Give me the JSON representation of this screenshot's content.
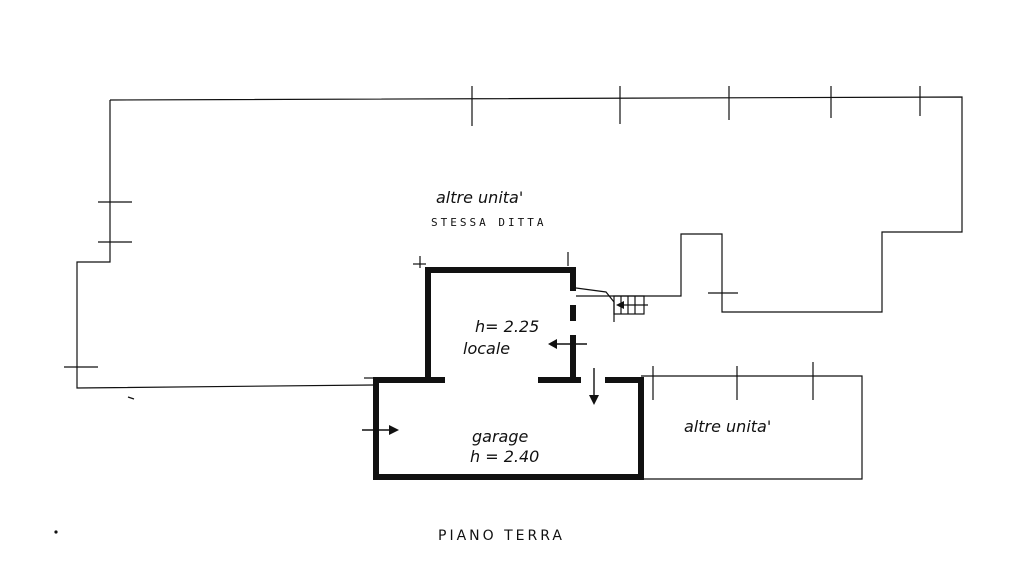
{
  "labels": {
    "other_units_top": "altre unita'",
    "same_owner": "STESSA DITTA",
    "room_height": "h= 2.25",
    "room_name": "locale",
    "garage_name": "garage",
    "garage_height": "h = 2.40",
    "other_units_right": "altre unita'",
    "floor_title": "PIANO TERRA"
  }
}
